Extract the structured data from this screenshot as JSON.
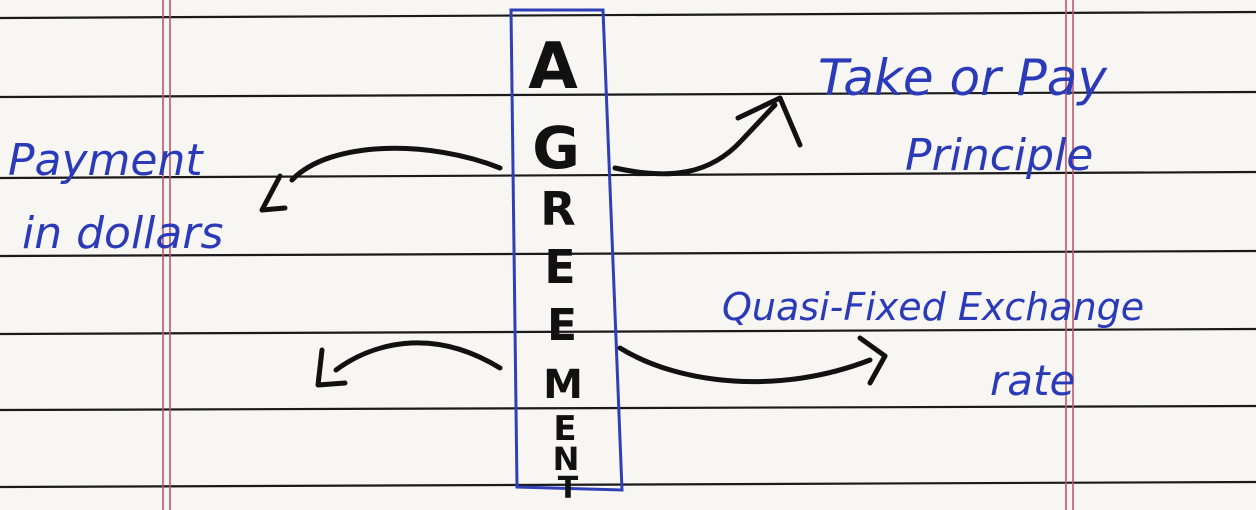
{
  "center_label": "AGREEMENT",
  "center_letters": [
    "A",
    "G",
    "R",
    "E",
    "E",
    "M",
    "E",
    "N",
    "T"
  ],
  "branches": {
    "top_left": [
      "Payment",
      "in dollars"
    ],
    "top_right": [
      "Take or Pay",
      "Principle"
    ],
    "bottom_right": [
      "Quasi-Fixed Exchange",
      "rate"
    ]
  },
  "colors": {
    "paper": "#f7f6f3",
    "rule_line": "#1a1a1a",
    "margin_line": "#c0566a",
    "box_ink": "#2f3fb8",
    "text_ink": "#2a3ab8",
    "arrow_ink": "#111111"
  }
}
